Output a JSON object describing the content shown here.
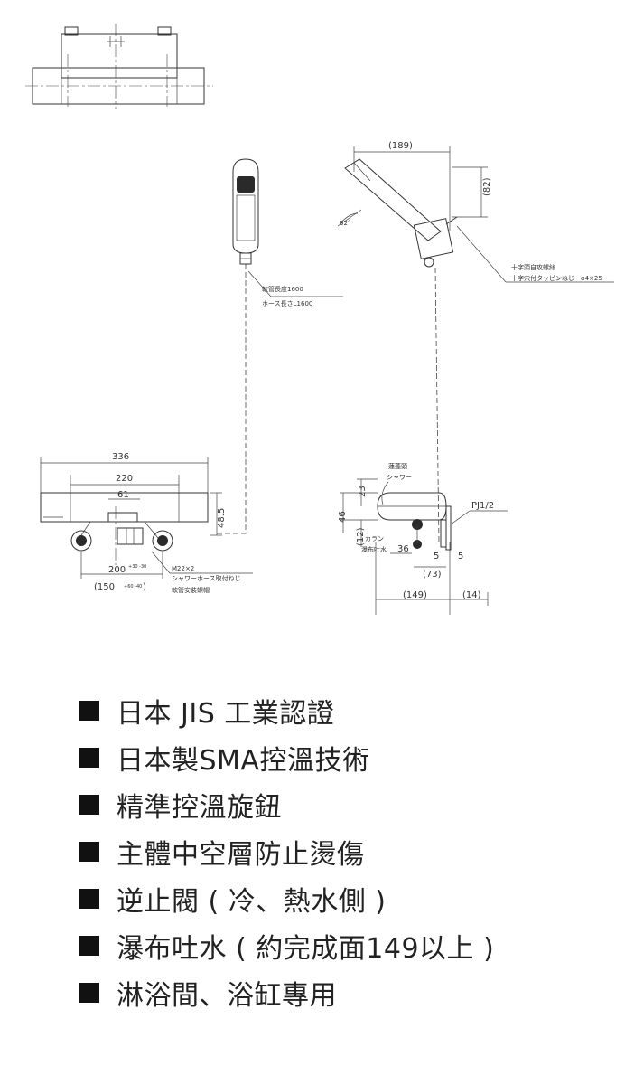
{
  "drawing": {
    "top_view": {},
    "side_view": {
      "dim_width": "(189)",
      "dim_height": "(82)",
      "dim_angle": "32°",
      "screw_note_zh": "十字頭自攻螺絲",
      "screw_note_ja": "十字穴付タッピンねじ　φ4×25"
    },
    "hose": {
      "note_zh": "軟管長度1600",
      "note_ja": "ホース長さL1600"
    },
    "front_view": {
      "dim_total": "336",
      "dim_body": "220",
      "dim_center": "61",
      "dim_height": "48.5",
      "dim_pitch": "200",
      "dim_pitch_tol": "+30 -30",
      "dim_pitch_alt": "(150",
      "dim_pitch_alt_tol": "+60 -40",
      "dim_pitch_alt_close": ")",
      "thread_note": "M22×2",
      "thread_note_ja": "シャワーホース取付ねじ",
      "thread_note_zh": "軟管安裝螺帽"
    },
    "section_view": {
      "label_shower_zh": "蓮蓬頭",
      "label_shower_ja": "シャワー",
      "label_spout_ja": "カラン",
      "label_spout_zh": "瀑布吐水",
      "dim_23": "23",
      "dim_46": "46",
      "dim_12": "(12)",
      "dim_36": "36",
      "dim_5a": "5",
      "dim_5b": "5",
      "dim_73": "(73)",
      "dim_149": "(149)",
      "dim_14": "(14)",
      "pipe_label": "PJ1/2"
    }
  },
  "features": [
    {
      "text": "日本 JIS 工業認證"
    },
    {
      "text": "日本製SMA控溫技術"
    },
    {
      "text": "精準控溫旋鈕"
    },
    {
      "text": "主體中空層防止燙傷"
    },
    {
      "text": "逆止閥 ( 冷、熱水側 )"
    },
    {
      "text": "瀑布吐水 ( 約完成面149以上 )"
    },
    {
      "text": "淋浴間、浴缸專用"
    }
  ]
}
